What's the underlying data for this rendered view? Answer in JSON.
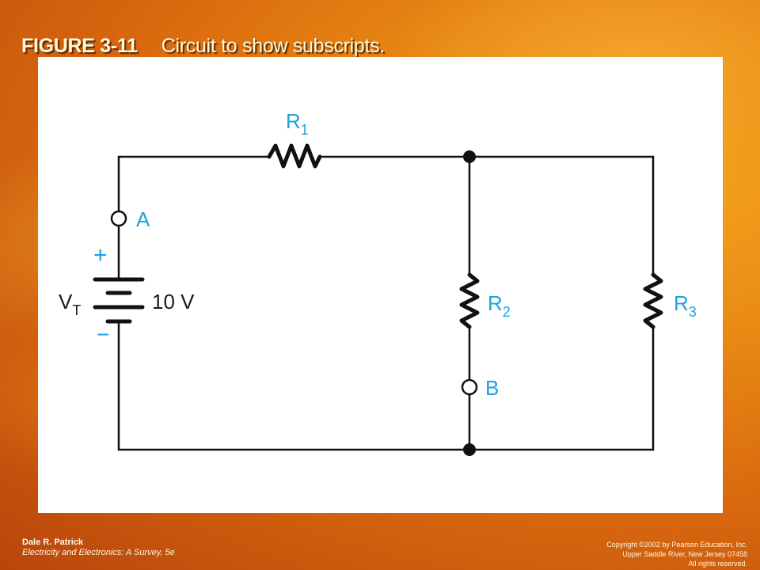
{
  "header": {
    "figure_number": "FIGURE 3-11",
    "caption": "Circuit to show subscripts."
  },
  "diagram": {
    "battery_label_main": "V",
    "battery_label_sub": "T",
    "battery_value": "10 V",
    "plus_sign": "+",
    "minus_sign": "−",
    "r1_main": "R",
    "r1_sub": "1",
    "r2_main": "R",
    "r2_sub": "2",
    "r3_main": "R",
    "r3_sub": "3",
    "point_a": "A",
    "point_b": "B",
    "wire_color": "#111111",
    "label_color": "#1ba1e2"
  },
  "footer": {
    "author": "Dale R. Patrick",
    "book": "Electricity and Electronics: A Survey, 5e",
    "copyright_line1": "Copyright ©2002 by Pearson Education, Inc.",
    "copyright_line2": "Upper Saddle River, New Jersey 07458",
    "copyright_line3": "All rights reserved."
  }
}
